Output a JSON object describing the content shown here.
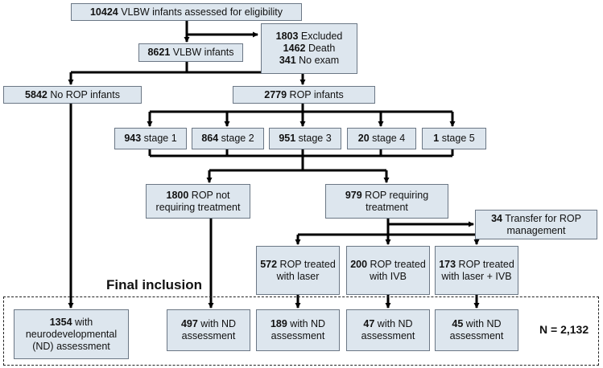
{
  "colors": {
    "box_fill": "#dde6ee",
    "box_border": "#6b7785",
    "arrow": "#000000"
  },
  "boxes": {
    "assessed": {
      "num": "10424",
      "text": " VLBW infants assessed for eligibility"
    },
    "excluded": {
      "line1_num": "1803",
      "line1_text": " Excluded",
      "line2_num": "1462",
      "line2_text": " Death",
      "line3_num": "341",
      "line3_text": " No exam"
    },
    "vlbw": {
      "num": "8621",
      "text": " VLBW infants"
    },
    "no_rop": {
      "num": "5842",
      "text": " No ROP infants"
    },
    "rop": {
      "num": "2779",
      "text": " ROP infants"
    },
    "stages": [
      {
        "num": "943",
        "text": " stage 1"
      },
      {
        "num": "864",
        "text": " stage 2"
      },
      {
        "num": "951",
        "text": " stage 3"
      },
      {
        "num": "20",
        "text": " stage 4"
      },
      {
        "num": "1",
        "text": " stage 5"
      }
    ],
    "not_treat": {
      "num": "1800",
      "text": " ROP not requiring treatment"
    },
    "treat": {
      "num": "979",
      "text": " ROP requiring treatment"
    },
    "transfer": {
      "num": "34",
      "text": " Transfer for ROP management"
    },
    "laser": {
      "num": "572",
      "text": " ROP treated with laser"
    },
    "ivb": {
      "num": "200",
      "text": " ROP treated with IVB"
    },
    "laser_ivb": {
      "num": "173",
      "text": " ROP treated with laser + IVB"
    },
    "nd_no_rop": {
      "num": "1354",
      "text": " with neurodevelopmental (ND) assessment"
    },
    "nd_not_treat": {
      "num": "497",
      "text": " with ND assessment"
    },
    "nd_laser": {
      "num": "189",
      "text": " with ND assessment"
    },
    "nd_ivb": {
      "num": "47",
      "text": " with ND assessment"
    },
    "nd_laser_ivb": {
      "num": "45",
      "text": " with ND assessment"
    }
  },
  "labels": {
    "final_inclusion": "Final inclusion",
    "total": "N = 2,132"
  }
}
